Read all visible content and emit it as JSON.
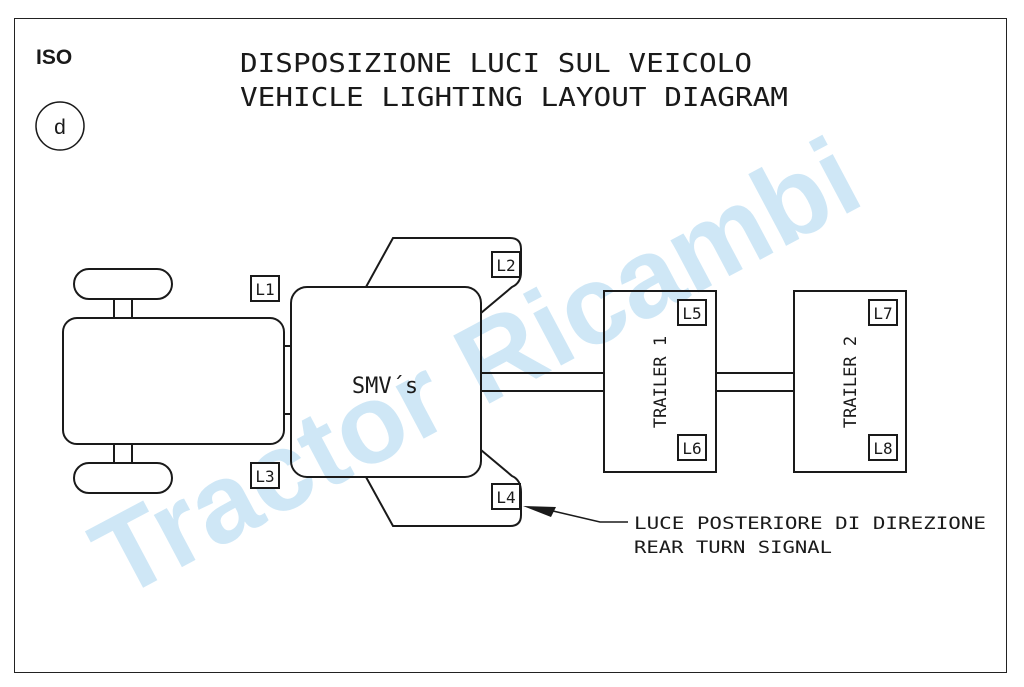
{
  "badge": "ISO",
  "section_letter": "d",
  "title_it": "DISPOSIZIONE LUCI SUL VEICOLO",
  "title_en": "VEHICLE LIGHTING LAYOUT DIAGRAM",
  "smv_label": "SMV´s",
  "trailer1_label": "TRAILER 1",
  "trailer2_label": "TRAILER 2",
  "lights": {
    "L1": "L1",
    "L2": "L2",
    "L3": "L3",
    "L4": "L4",
    "L5": "L5",
    "L6": "L6",
    "L7": "L7",
    "L8": "L8"
  },
  "callout_it": "LUCE POSTERIORE DI DIREZIONE",
  "callout_en": "REAR TURN SIGNAL",
  "watermark": "Tractor Ricambi",
  "colors": {
    "watermark": "#bfe0f4",
    "line": "#1a1a1a"
  }
}
